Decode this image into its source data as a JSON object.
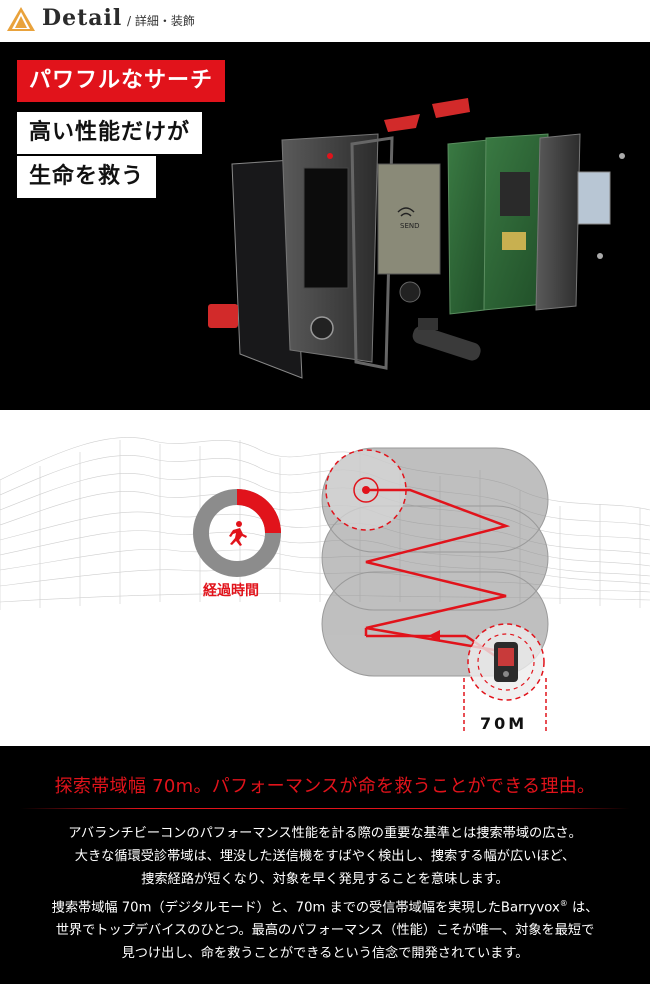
{
  "header": {
    "title": "Detail",
    "subtitle": "/ 詳細・装飾"
  },
  "hero": {
    "badges": [
      "パワフルなサーチ",
      "高い性能だけが",
      "生命を救う"
    ],
    "device_labels": {
      "send": "SEND"
    }
  },
  "diagram": {
    "elapsed_label": "経過時間",
    "elapsed_fraction": 0.25,
    "distance_label": "70M"
  },
  "text_section": {
    "headline": "探索帯域幅 70m。パフォーマンスが命を救うことができる理由。",
    "lines": [
      "アバランチビーコンのパフォーマンス性能を計る際の重要な基準とは捜索帯域の広さ。",
      "大きな循環受診帯域は、埋没した送信機をすばやく検出し、捜索する幅が広いほど、",
      "捜索経路が短くなり、対象を早く発見することを意味します。",
      "捜索帯域幅 70m（デジタルモード）と、70m までの受信帯域幅を実現したBarryvox",
      "世界でトップデバイスのひとつ。最高のパフォーマンス（性能）こそが唯一、対象を最短で",
      "見つけ出し、命を救うことができるという信念で開発されています。"
    ],
    "reg_mark": "®",
    "line4_tail": " は、"
  },
  "colors": {
    "accent": "#e1131b",
    "logo": "#e9a23b"
  }
}
